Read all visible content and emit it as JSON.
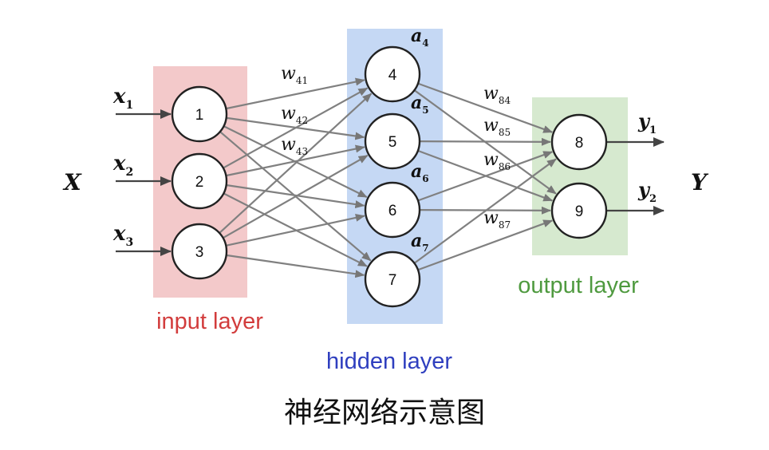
{
  "caption": "神经网络示意图",
  "colors": {
    "input_band": "#f3c9ca",
    "hidden_band": "#c5d8f4",
    "output_band": "#d6e9cf",
    "input_label": "#d23c3c",
    "hidden_label": "#2f3fbf",
    "output_label": "#4f9a3f",
    "edge": "#808080",
    "arrow": "#444444"
  },
  "layers": {
    "input": {
      "label": "input layer",
      "nodes": [
        "1",
        "2",
        "3"
      ]
    },
    "hidden": {
      "label": "hidden layer",
      "nodes": [
        "4",
        "5",
        "6",
        "7"
      ]
    },
    "output": {
      "label": "output layer",
      "nodes": [
        "8",
        "9"
      ]
    }
  },
  "inputs": [
    {
      "base": "x",
      "sub": "1"
    },
    {
      "base": "x",
      "sub": "2"
    },
    {
      "base": "x",
      "sub": "3"
    }
  ],
  "outputs": [
    {
      "base": "y",
      "sub": "1"
    },
    {
      "base": "y",
      "sub": "2"
    }
  ],
  "activations": [
    {
      "base": "a",
      "sub": "4"
    },
    {
      "base": "a",
      "sub": "5"
    },
    {
      "base": "a",
      "sub": "6"
    },
    {
      "base": "a",
      "sub": "7"
    }
  ],
  "input_weights": [
    {
      "base": "w",
      "sub": "41"
    },
    {
      "base": "w",
      "sub": "42"
    },
    {
      "base": "w",
      "sub": "43"
    }
  ],
  "output_weights": [
    {
      "base": "w",
      "sub": "84"
    },
    {
      "base": "w",
      "sub": "85"
    },
    {
      "base": "w",
      "sub": "86"
    },
    {
      "base": "w",
      "sub": "87"
    }
  ],
  "big_x": "X",
  "big_y": "Y"
}
